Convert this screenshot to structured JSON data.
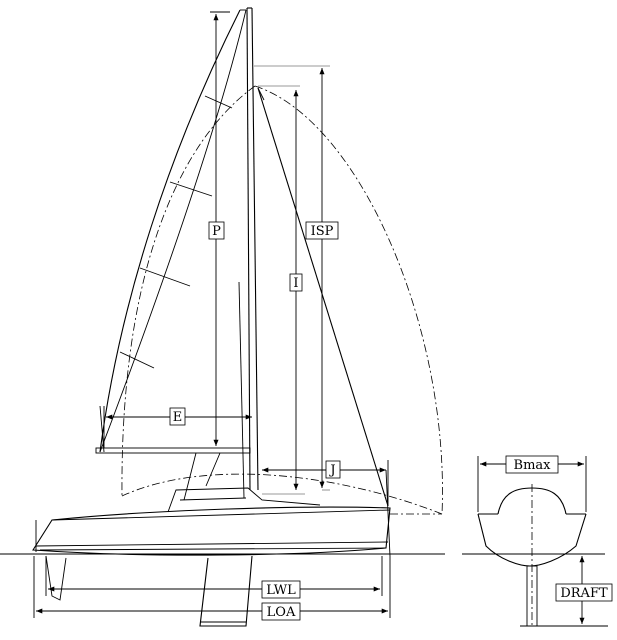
{
  "labels": {
    "P": "P",
    "ISP": "ISP",
    "I": "I",
    "E": "E",
    "J": "J",
    "Bmax": "Bmax",
    "LWL": "LWL",
    "LOA": "LOA",
    "DRAFT": "DRAFT"
  }
}
